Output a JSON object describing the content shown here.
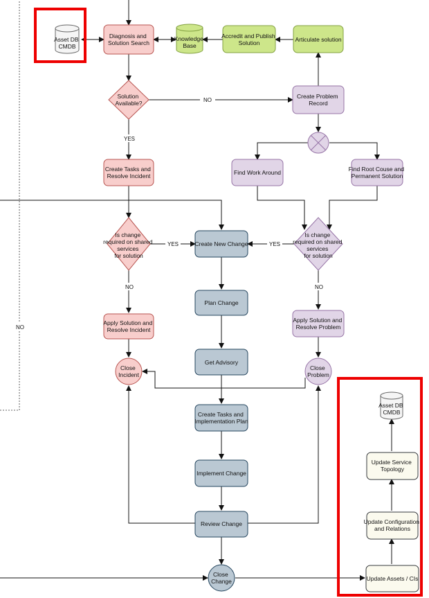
{
  "nodes": {
    "asset_db_top": [
      "Asset DB",
      "CMDB"
    ],
    "diagnosis": [
      "Diagnosis and",
      "Solution Search"
    ],
    "knowledge_base": [
      "Knowledge",
      "Base"
    ],
    "accredit": [
      "Accredit and Publish",
      "Solution"
    ],
    "articulate": [
      "Articulate solution"
    ],
    "solution_available": [
      "Solution",
      "Available?"
    ],
    "create_problem_record": [
      "Create Problem",
      "Record"
    ],
    "create_tasks_resolve": [
      "Create Tasks and",
      "Resolve Incident"
    ],
    "find_work_around": [
      "Find Work Around"
    ],
    "find_root_cause": [
      "Find Root Couse and",
      "Permanent Solution"
    ],
    "is_change_left": [
      "Is change",
      "required on shared",
      "services",
      "for solution"
    ],
    "create_new_change": [
      "Create New Change"
    ],
    "is_change_right": [
      "Is change",
      "required on shared",
      "services",
      "for solution"
    ],
    "plan_change": [
      "Plan Change"
    ],
    "apply_solution_incident": [
      "Apply Solution and",
      "Resolve Incident"
    ],
    "apply_solution_problem": [
      "Apply Solution and",
      "Resolve Problem"
    ],
    "get_advisory": [
      "Get Advisory"
    ],
    "close_incident": [
      "Close",
      "Incident"
    ],
    "close_problem": [
      "Close",
      "Problem"
    ],
    "create_tasks_impl": [
      "Create Tasks and",
      "Implementation Plan"
    ],
    "asset_db_bottom": [
      "Asset DB",
      "CMDB"
    ],
    "implement_change": [
      "Implement Change"
    ],
    "update_service_topology": [
      "Update Service",
      "Topology"
    ],
    "review_change": [
      "Review Change"
    ],
    "update_configuration": [
      "Update Configuration",
      "and Relations"
    ],
    "close_change": [
      "Close",
      "Change"
    ],
    "update_assets": [
      "Update Assets / CIs"
    ]
  },
  "edge_labels": {
    "no_problem": "NO",
    "yes_tasks": "YES",
    "yes_left": "YES",
    "yes_right": "YES",
    "no_left": "NO",
    "no_right": "NO",
    "no_side": "NO"
  },
  "colors": {
    "highlight": "#ee0000",
    "red_fill": "#f8cecc",
    "green_fill": "#cde68a",
    "purple_fill": "#e1d5e7",
    "gray_fill": "#bac8d3",
    "cream_fill": "#fbfaee"
  }
}
